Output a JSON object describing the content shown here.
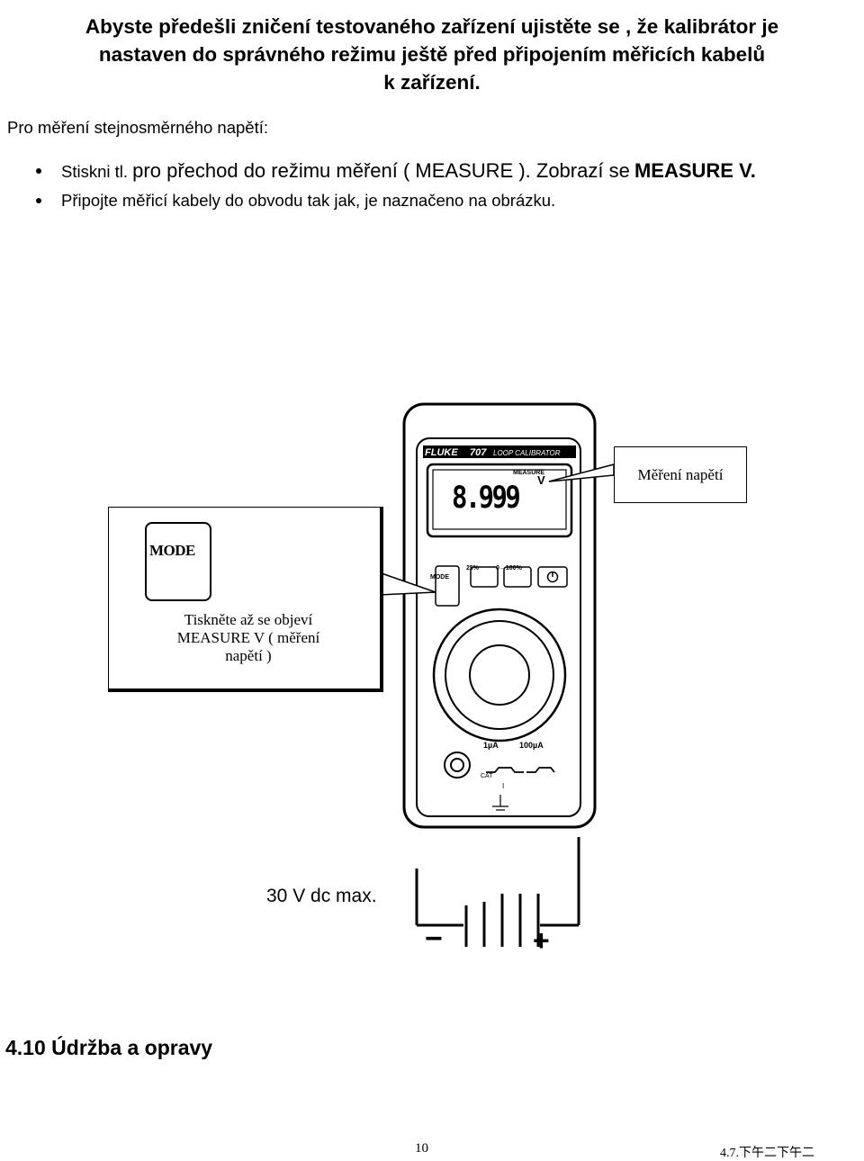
{
  "warning": {
    "line1": "Abyste předešli zničení testovaného zařízení ujistěte se , že kalibrátor je",
    "line2": "nastaven do správného režimu ještě před připojením měřicích kabelů",
    "line3": "k zařízení."
  },
  "intro": "Pro měření stejnosměrného napětí:",
  "bullets": {
    "b1_a": "Stiskni tl.",
    "b1_b": "pro přechod do režimu měření ( MEASURE ). Zobrazí se",
    "b1_c": "MEASURE V.",
    "b2": "Připojte měřicí kabely do obvodu tak jak, je naznačeno na obrázku."
  },
  "device": {
    "brand": "FLUKE",
    "model": "707",
    "subtitle": "LOOP CALIBRATOR",
    "mode_label": "MEASURE",
    "unit": "V",
    "reading": "8.999",
    "btn_mode": "MODE",
    "btn_25": "25%",
    "btn_0_100": "0↔100%",
    "jack_1ua": "1µA",
    "jack_100ua": "100µA",
    "cat": "CAT",
    "roman": "I"
  },
  "callouts": {
    "right": "Měření napětí",
    "left_mode": "MODE",
    "left_line1": "Tiskněte až se objeví",
    "left_line2": "MEASURE V ( měření",
    "left_line3": "napětí )"
  },
  "circuit": {
    "max_label": "30 V dc max.",
    "minus": "−",
    "plus": "+"
  },
  "section_title": "4.10  Údržba a opravy",
  "footer": {
    "page_number": "10",
    "date": "4.7.下午二下午二"
  }
}
